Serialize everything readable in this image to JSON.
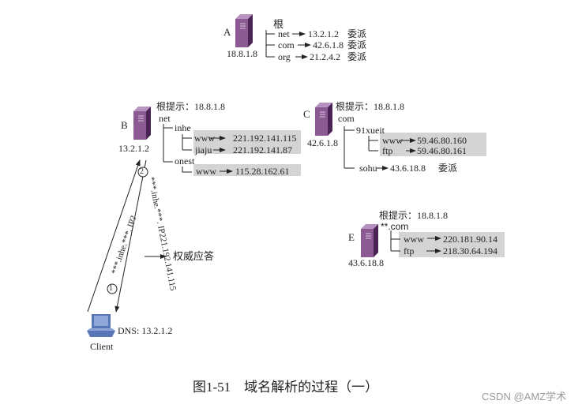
{
  "server_a": {
    "label": "A",
    "ip": "18.8.1.8",
    "zone": "根",
    "records": [
      {
        "name": "net",
        "target": "13.2.1.2",
        "type": "委派"
      },
      {
        "name": "com",
        "target": "42.6.1.8",
        "type": "委派"
      },
      {
        "name": "org",
        "target": "21.2.4.2",
        "type": "委派"
      }
    ]
  },
  "server_b": {
    "label": "B",
    "ip": "13.2.1.2",
    "root_hint": "根提示：18.8.1.8",
    "zone": "net",
    "subzones": [
      {
        "name": "inhe",
        "records": [
          {
            "name": "www",
            "target": "221.192.141.115"
          },
          {
            "name": "jiaju",
            "target": "221.192.141.87"
          }
        ]
      },
      {
        "name": "onest",
        "records": [
          {
            "name": "www",
            "target": "115.28.162.61"
          }
        ]
      }
    ]
  },
  "server_c": {
    "label": "C",
    "ip": "42.6.1.8",
    "root_hint": "根提示：18.8.1.8",
    "zone": "com",
    "subzones": [
      {
        "name": "91xueit",
        "records": [
          {
            "name": "www",
            "target": "59.46.80.160"
          },
          {
            "name": "ftp",
            "target": "59.46.80.161"
          }
        ]
      }
    ],
    "delegation": {
      "name": "sohu",
      "target": "43.6.18.8",
      "type": "委派"
    }
  },
  "server_e": {
    "label": "E",
    "ip": "43.6.18.8",
    "root_hint": "根提示：18.8.1.8",
    "zone": "**.com",
    "records": [
      {
        "name": "www",
        "target": "220.181.90.14"
      },
      {
        "name": "ftp",
        "target": "218.30.64.194"
      }
    ]
  },
  "client": {
    "label": "Client",
    "dns": "DNS: 13.2.1.2"
  },
  "flow": {
    "query_step": "1",
    "query_text": "***.inhe.***. IP?",
    "response_step": "2",
    "response_text": "***.inhe.***. IP221.192.141.115",
    "response_note": "权威应答"
  },
  "caption": "图1-51    域名解析的过程（一）",
  "watermark": "CSDN @AMZ学术",
  "colors": {
    "server_front": "#8c5a92",
    "server_side": "#4b2456",
    "server_top": "#b792c0",
    "highlight": "#d4d4d4",
    "client_screen": "#8fa6d8",
    "client_body": "#5a74b8"
  }
}
